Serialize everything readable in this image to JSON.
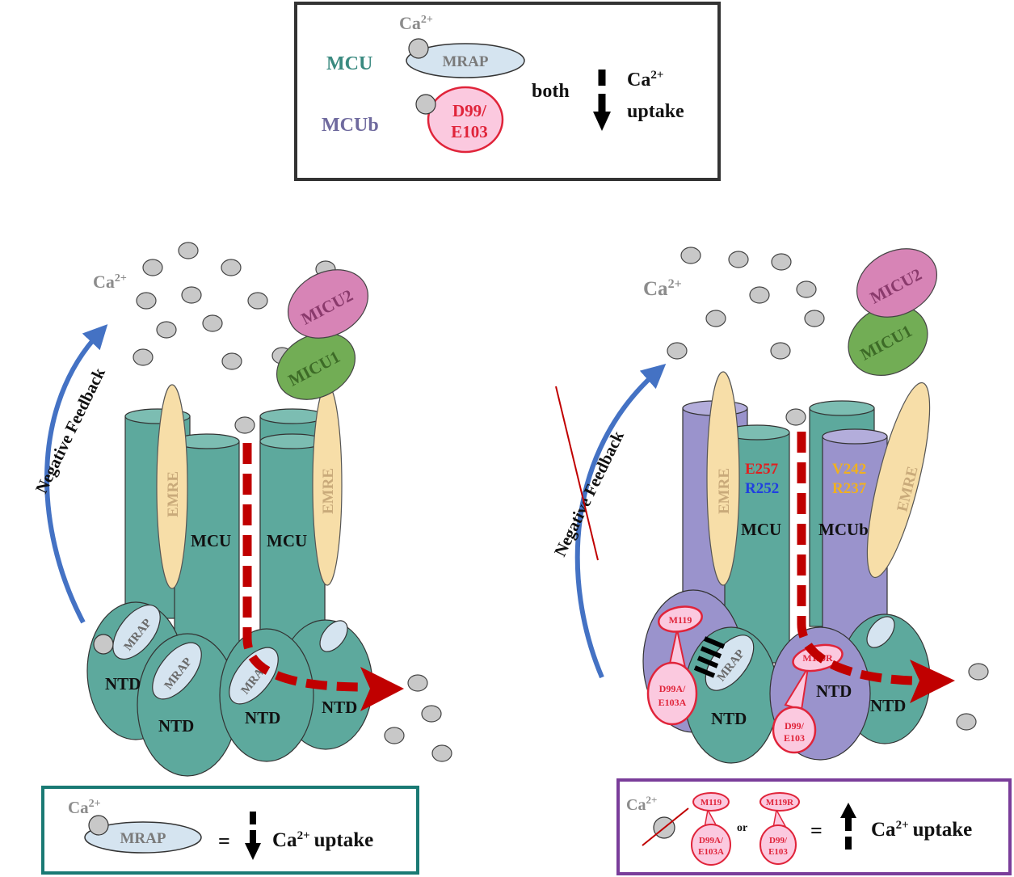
{
  "legend_top": {
    "ca_label": "Ca",
    "ca_sup": "2+",
    "mcu_label": "MCU",
    "mcub_label": "MCUb",
    "mrap_label": "MRAP",
    "d99_line1": "D99/",
    "d99_line2": "E103",
    "both_label": "both",
    "uptake_ca": "Ca",
    "uptake_sup": "2+",
    "uptake_word": "uptake"
  },
  "left_panel": {
    "ca_label": "Ca",
    "ca_sup": "2+",
    "feedback_label": "Negative Feedback",
    "micu2": "MICU2",
    "micu1": "MICU1",
    "emre": "EMRE",
    "mcu": "MCU",
    "mrap": "MRAP",
    "ntd": "NTD"
  },
  "right_panel": {
    "ca_label": "Ca",
    "ca_sup": "2+",
    "feedback_label": "Negative Feedback",
    "micu2": "MICU2",
    "micu1": "MICU1",
    "emre": "EMRE",
    "mcu": "MCU",
    "mcub": "MCUb",
    "e257": "E257",
    "r252": "R252",
    "v242": "V242",
    "r237": "R237",
    "mrap": "MRAP",
    "ntd": "NTD",
    "m119": "M119",
    "m119r": "M119R",
    "d99a_1": "D99A/",
    "d99a_2": "E103A",
    "d99_1": "D99/",
    "d99_2": "E103"
  },
  "legend_left": {
    "ca_label": "Ca",
    "ca_sup": "2+",
    "mrap_label": "MRAP",
    "equals": "=",
    "uptake_ca": "Ca",
    "uptake_sup": "2+",
    "uptake_word": "uptake"
  },
  "legend_right": {
    "ca_label": "Ca",
    "ca_sup": "2+",
    "m119": "M119",
    "m119r": "M119R",
    "or_label": "or",
    "d99a_1": "D99A/",
    "d99a_2": "E103A",
    "d99_1": "D99/",
    "d99_2": "E103",
    "equals": "=",
    "uptake_ca": "Ca",
    "uptake_sup": "2+",
    "uptake_word": "uptake"
  },
  "colors": {
    "mcu_teal": "#5da99d",
    "mcu_text": "#3a8a80",
    "mcub_purple": "#9a93cc",
    "mcub_text": "#6f6a9e",
    "emre_fill": "#f7dea8",
    "micu1_green": "#72ad55",
    "micu2_pink": "#d784b6",
    "mrap_fill": "#d5e4f0",
    "ca_ion_grey": "#c8c8c8",
    "d99_pink": "#fbc9df",
    "d99_red": "#e0243a",
    "arrow_red": "#c00000",
    "feedback_blue": "#4472c4",
    "e257_red": "#e02020",
    "r252_blue": "#2040e0",
    "v242_gold": "#f0b020",
    "box_dark": "#333333",
    "box_teal": "#1a7a74",
    "box_purple": "#7a3d9a"
  }
}
